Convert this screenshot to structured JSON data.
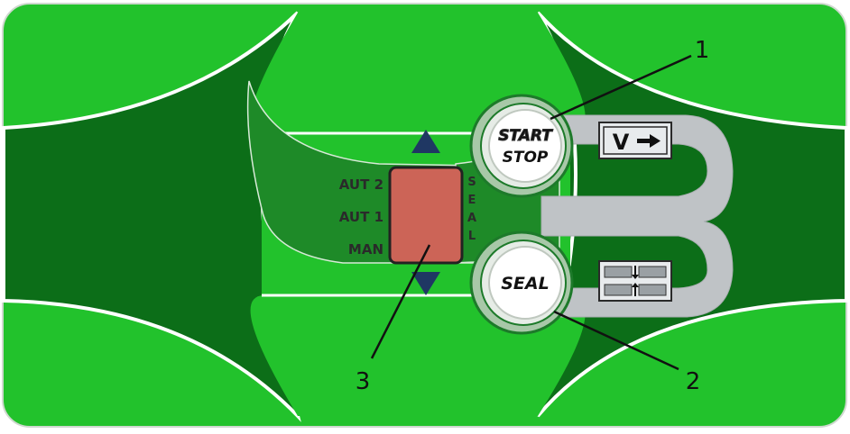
{
  "mode_selector": {
    "labels": [
      "AUT 2",
      "AUT 1",
      "MAN"
    ],
    "seal_vertical": [
      "S",
      "E",
      "A",
      "L"
    ]
  },
  "buttons": {
    "start_stop": {
      "line1": "START",
      "line2": "STOP"
    },
    "seal": {
      "label": "SEAL"
    }
  },
  "indicators": {
    "vacuum": {
      "letter": "V",
      "icon": "vacuum-arrow-icon"
    },
    "seal": {
      "icon": "seal-bars-icon"
    }
  },
  "callouts": [
    "1",
    "2",
    "3"
  ],
  "colors": {
    "panel_light": "#22c22c",
    "panel_dark": "#0c6e18",
    "panel_mid": "#1e8a28",
    "selector_red": "#cc6457",
    "button_ring": "#1d7a2a",
    "track_grey": "#bfc3c6",
    "arrow_blue": "#1f3763"
  }
}
